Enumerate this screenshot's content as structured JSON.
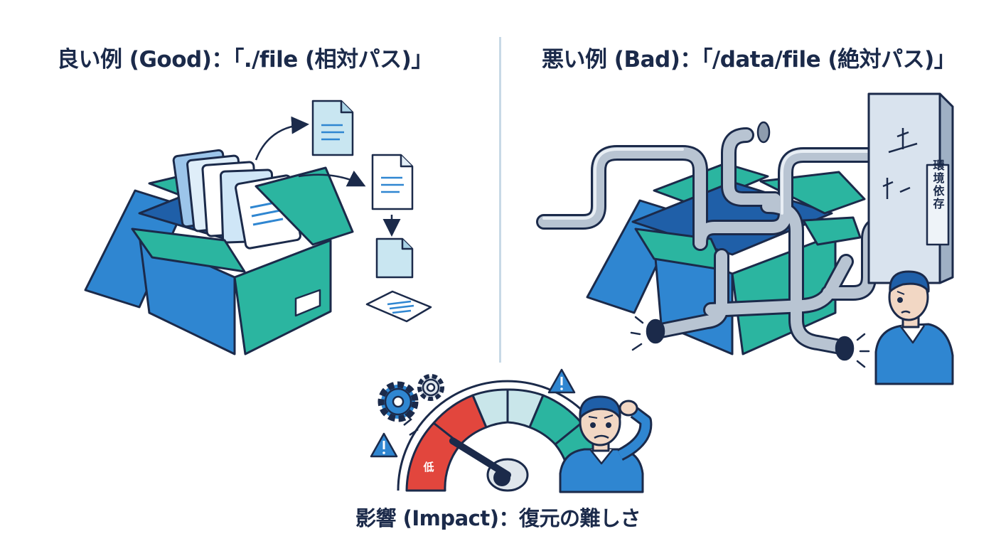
{
  "good": {
    "title": "良い例 (Good)：「./file (相対パス)」"
  },
  "bad": {
    "title": "悪い例 (Bad)：「/data/file (絶対パス)」",
    "sign_label": "環境依存"
  },
  "impact": {
    "title": "影響 (Impact)：復元の難しさ",
    "gauge_low_label": "低",
    "gauge_level": 0.22
  },
  "colors": {
    "navy": "#1b2a4a",
    "teal": "#2bb5a0",
    "blue": "#2f86d1",
    "pipe": "#b8c4d2",
    "red": "#e2463d"
  }
}
